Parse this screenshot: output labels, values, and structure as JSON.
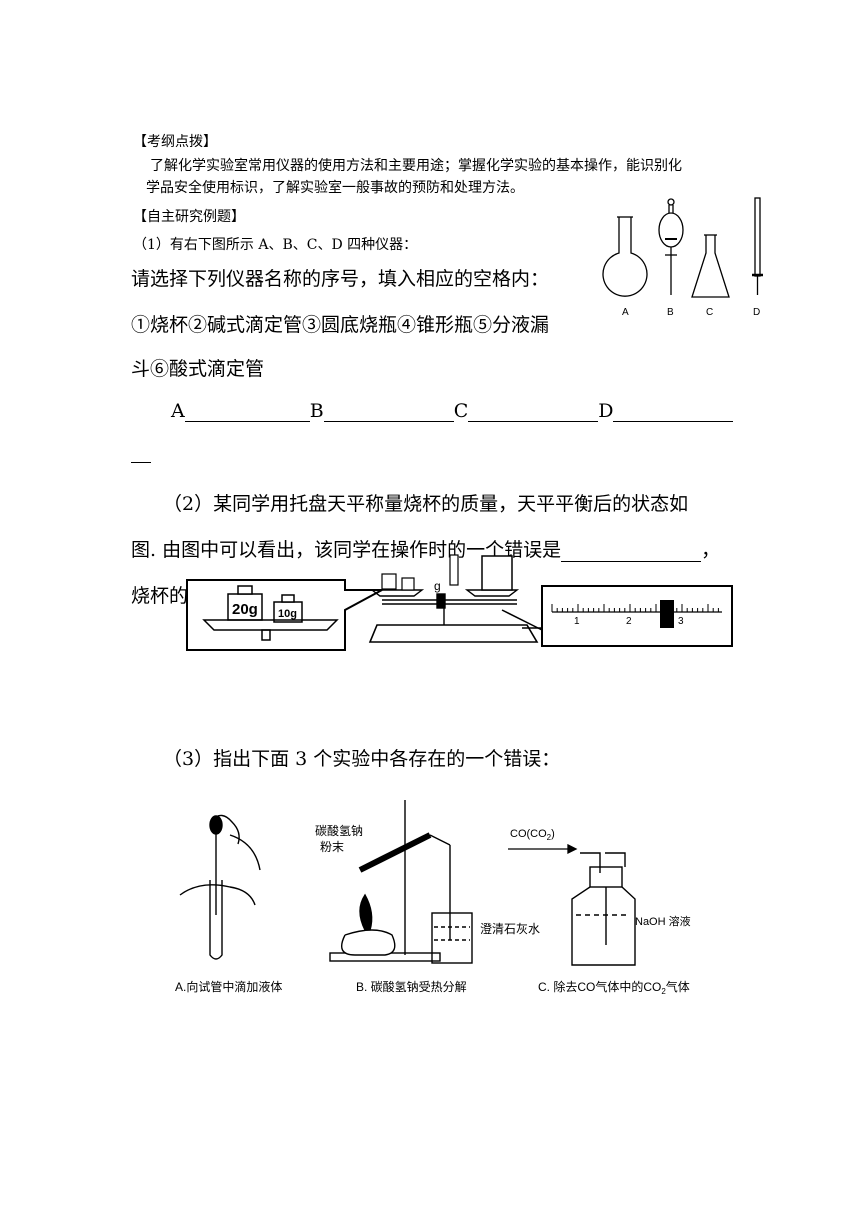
{
  "section1": {
    "heading": "【考纲点拨】",
    "body_line1": "了解化学实验室常用仪器的使用方法和主要用途；掌握化学实验的基本操作，能识别化",
    "body_line2": "学品安全使用标识，了解实验室一般事故的预防和处理方法。"
  },
  "section2": {
    "heading": "【自主研究例题】",
    "q1_intro": "（1）有右下图所示 A、B、C、D 四种仪器：",
    "q1_line1": "请选择下列仪器名称的序号，填入相应的空格内：",
    "q1_line2": "①烧杯②碱式滴定管③圆底烧瓶④锥形瓶⑤分液漏",
    "q1_line3": "斗⑥酸式滴定管",
    "blanks": [
      "A",
      "B",
      "C",
      "D"
    ],
    "q2_line1": "（2）某同学用托盘天平称量烧杯的质量，天平平衡后的状态如",
    "q2_line2": "图. 由图中可以看出，该同学在操作时的一个错误是",
    "q2_line2_end": "，",
    "q2_line3": "烧杯的实际质量为",
    "q3_line": "（3）指出下面 3 个实验中各存在的一个错误："
  },
  "figure1": {
    "labels": [
      "A",
      "B",
      "C",
      "D"
    ]
  },
  "figure2": {
    "weights": [
      "20g",
      "10g"
    ],
    "scale_marks": [
      "1",
      "2",
      "3"
    ],
    "unit": "g"
  },
  "figure3": {
    "label_b_reagent": "碳酸氢钠",
    "label_b_reagent2": "粉末",
    "label_b_water": "澄清石灰水",
    "label_c_gas": "CO(CO",
    "label_c_gas_sub": "2",
    "label_c_gas_end": ")",
    "label_c_solution": "NaOH 溶液",
    "caption_a": "A.向试管中滴加液体",
    "caption_b": "B. 碳酸氢钠受热分解",
    "caption_c": "C. 除去CO气体中的CO",
    "caption_c_sub": "2",
    "caption_c_end": "气体"
  }
}
